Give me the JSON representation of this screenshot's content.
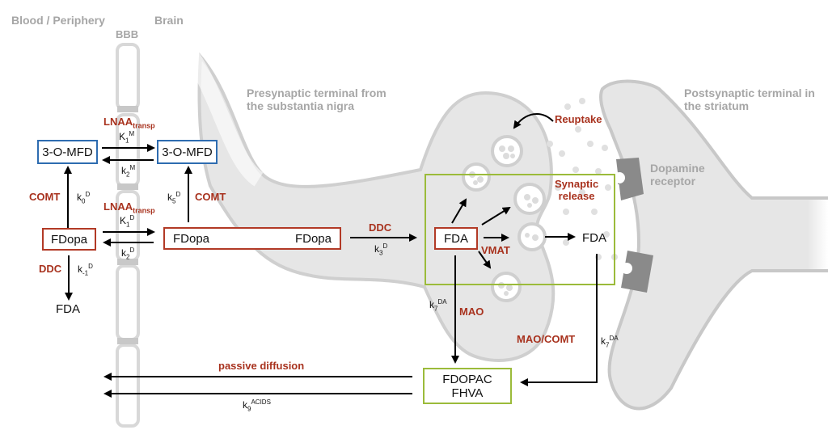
{
  "regions": {
    "blood": "Blood / Periphery",
    "bbb": "BBB",
    "brain": "Brain",
    "presynaptic_line1": "Presynaptic terminal from",
    "presynaptic_line2": "the substantia nigra",
    "postsynaptic_line1": "Postsynaptic terminal in",
    "postsynaptic_line2": "the striatum",
    "receptor_line1": "Dopamine",
    "receptor_line2": "receptor"
  },
  "nodes": {
    "mfd_blood": "3-O-MFD",
    "mfd_brain": "3-O-MFD",
    "fdopa_blood": "FDopa",
    "fdopa_brain": "FDopa",
    "fdopa_presyn": "FDopa",
    "fda_blood": "FDA",
    "fda_presyn": "FDA",
    "fda_synapse": "FDA",
    "acids_line1": "FDOPAC",
    "acids_line2": "FHVA"
  },
  "enzymes": {
    "lnaa_m": {
      "base": "LNAA",
      "sub": "transp"
    },
    "lnaa_d": {
      "base": "LNAA",
      "sub": "transp"
    },
    "comt_blood": "COMT",
    "comt_brain": "COMT",
    "ddc_blood": "DDC",
    "ddc_presyn": "DDC",
    "vmat": "VMAT",
    "mao": "MAO",
    "mao_comt": "MAO/COMT",
    "reuptake": "Reuptake",
    "synaptic_release_line1": "Synaptic",
    "synaptic_release_line2": "release",
    "passive_diffusion": "passive diffusion"
  },
  "rates": {
    "K1M": {
      "base": "K",
      "sub": "1",
      "sup": "M"
    },
    "k2M": {
      "base": "k",
      "sub": "2",
      "sup": "M"
    },
    "k0D": {
      "base": "k",
      "sub": "0",
      "sup": "D"
    },
    "k5D": {
      "base": "k",
      "sub": "5",
      "sup": "D"
    },
    "K1D": {
      "base": "K",
      "sub": "1",
      "sup": "D"
    },
    "k2D": {
      "base": "k",
      "sub": "2",
      "sup": "D"
    },
    "km1D": {
      "base": "k",
      "sub": "-1",
      "sup": "D"
    },
    "k3D": {
      "base": "k",
      "sub": "3",
      "sup": "D"
    },
    "k7DA_left": {
      "base": "k",
      "sub": "7",
      "sup": "DA"
    },
    "k7DA_right": {
      "base": "k",
      "sub": "7",
      "sup": "DA"
    },
    "k9ACIDS": {
      "base": "k",
      "sub": "9",
      "sup": "ACIDS"
    }
  },
  "colors": {
    "enzyme_red": "#a8321e",
    "mfd_blue": "#2e6cb0",
    "fdopa_red": "#b23a26",
    "synapse_green": "#9bbb3a",
    "cell_gray": "#e6e6e6",
    "label_gray": "#a6a6a6"
  }
}
